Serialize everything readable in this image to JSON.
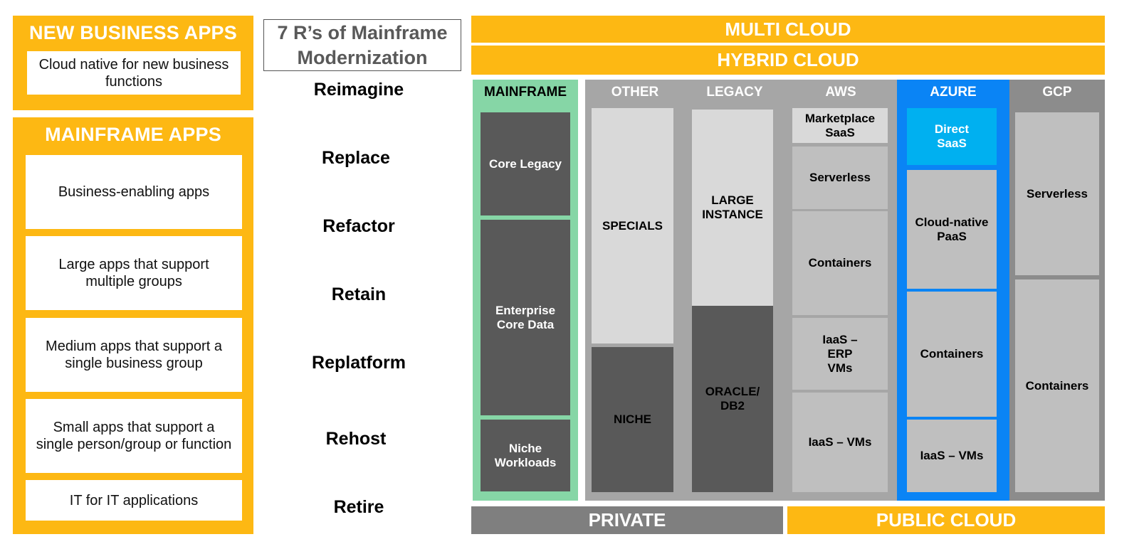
{
  "left": {
    "new_business": {
      "title": "NEW BUSINESS APPS",
      "item": "Cloud native for new business functions"
    },
    "mainframe_apps": {
      "title": "MAINFRAME APPS",
      "items": [
        "Business-enabling apps",
        "Large apps that support multiple groups",
        "Medium apps that support a single business group",
        "Small apps that support a single person/group or function",
        "IT for IT applications"
      ]
    }
  },
  "middle": {
    "title": "7 R’s of Mainframe Modernization",
    "rs": [
      "Reimagine",
      "Replace",
      "Refactor",
      "Retain",
      "Replatform",
      "Rehost",
      "Retire"
    ]
  },
  "right": {
    "multi_cloud": "MULTI CLOUD",
    "hybrid_cloud": "HYBRID CLOUD",
    "columns": {
      "mainframe": {
        "header": "MAINFRAME",
        "blocks": [
          "Core Legacy",
          "Enterprise Core Data",
          "Niche Workloads"
        ]
      },
      "other": {
        "header": "OTHER",
        "blocks": [
          "SPECIALS",
          "NICHE"
        ]
      },
      "legacy": {
        "header": "LEGACY",
        "blocks": [
          "LARGE INSTANCE",
          "ORACLE/ DB2"
        ]
      },
      "aws": {
        "header": "AWS",
        "blocks": [
          "Marketplace SaaS",
          "Serverless",
          "Containers",
          "IaaS – ERP VMs",
          "IaaS – VMs"
        ]
      },
      "azure": {
        "header": "AZURE",
        "blocks": [
          "Direct SaaS",
          "Cloud-native PaaS",
          "Containers",
          "IaaS – VMs"
        ]
      },
      "gcp": {
        "header": "GCP",
        "blocks": [
          "Serverless",
          "Containers"
        ]
      }
    },
    "footer": {
      "private": "PRIVATE",
      "public_cloud": "PUBLIC CLOUD"
    }
  },
  "colors": {
    "orange": "#FDB813",
    "mainframe_green": "#86D6A6",
    "azure_blue": "#0A84F5",
    "azure_highlight": "#00B0F0",
    "dark_gray": "#595959",
    "mid_gray": "#A6A6A6",
    "gcp_gray": "#8C8C8C"
  }
}
